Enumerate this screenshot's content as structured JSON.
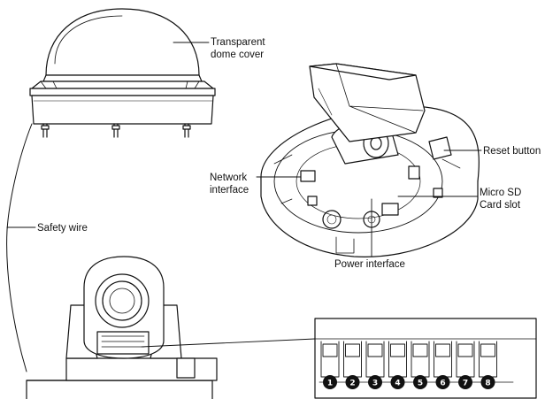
{
  "labels": {
    "dome_cover": "Transparent\ndome cover",
    "reset_button": "Reset button",
    "network_interface": "Network\ninterface",
    "micro_sd": "Micro SD\nCard slot",
    "safety_wire": "Safety wire",
    "power_interface": "Power interface"
  },
  "dip_switches": [
    "1",
    "2",
    "3",
    "4",
    "5",
    "6",
    "7",
    "8"
  ],
  "colors": {
    "line": "#111111",
    "fill": "#ffffff",
    "badge": "#111111"
  }
}
